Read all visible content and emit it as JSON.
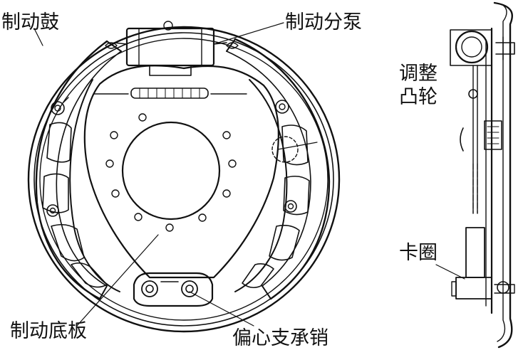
{
  "labels": {
    "brake_drum": "制动鼓",
    "wheel_cylinder": "制动分泵",
    "adjust_cam_line1": "调整",
    "adjust_cam_line2": "凸轮",
    "retaining_ring": "卡圈",
    "brake_backing_plate": "制动底板",
    "eccentric_pin": "偏心支承销"
  },
  "colors": {
    "ink": "#111111",
    "paper": "#ffffff"
  }
}
